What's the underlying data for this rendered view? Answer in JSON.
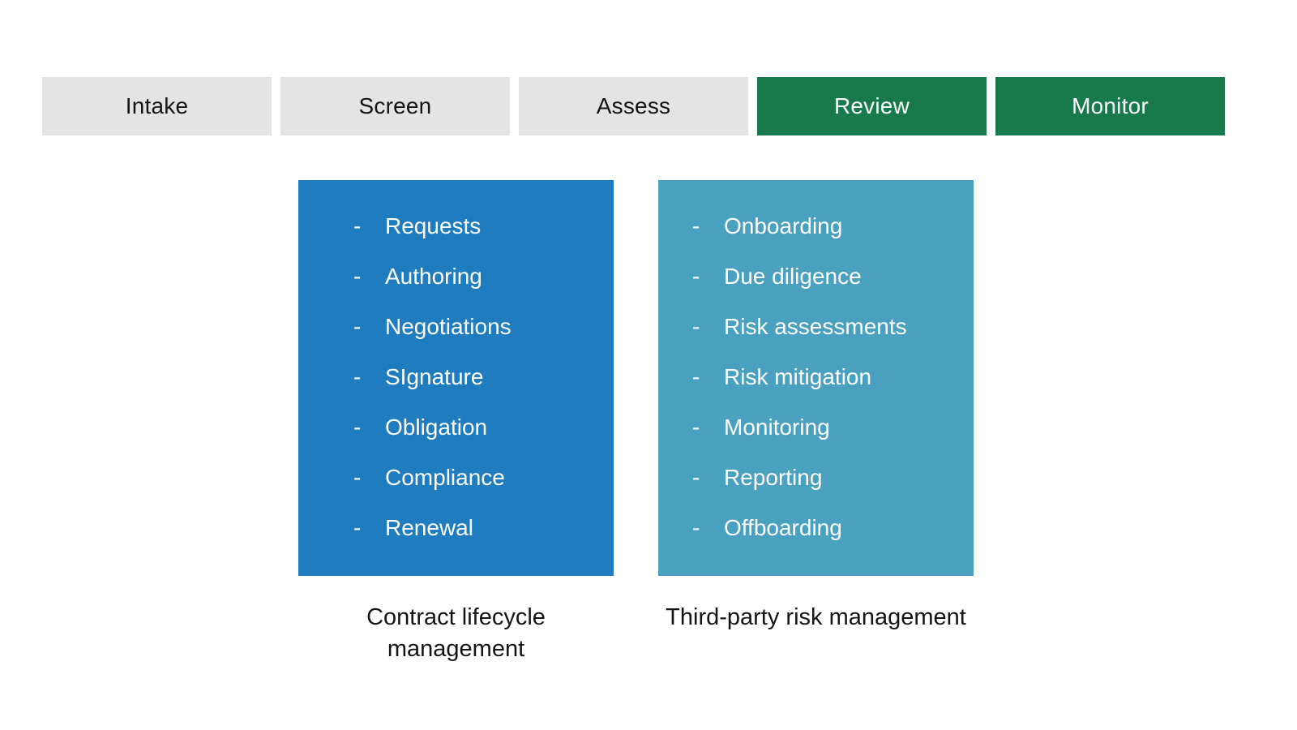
{
  "bullet": "-",
  "stages": [
    {
      "label": "Intake",
      "state": "inactive"
    },
    {
      "label": "Screen",
      "state": "inactive"
    },
    {
      "label": "Assess",
      "state": "inactive"
    },
    {
      "label": "Review",
      "state": "active"
    },
    {
      "label": "Monitor",
      "state": "active"
    }
  ],
  "panels": {
    "clm": {
      "caption": "Contract lifecycle management",
      "items": [
        "Requests",
        "Authoring",
        "Negotiations",
        "SIgnature",
        "Obligation",
        "Compliance",
        "Renewal"
      ]
    },
    "tprm": {
      "caption": "Third-party risk management",
      "items": [
        "Onboarding",
        "Due diligence",
        "Risk assessments",
        "Risk mitigation",
        "Monitoring",
        "Reporting",
        "Offboarding"
      ]
    }
  },
  "colors": {
    "stage_inactive_bg": "#e4e4e4",
    "stage_active_bg": "#187a4b",
    "panel_clm_bg": "#1f7dbf",
    "panel_tprm_bg": "#4aa1bf",
    "panel_text": "#ffffff",
    "caption_text": "#141414"
  }
}
